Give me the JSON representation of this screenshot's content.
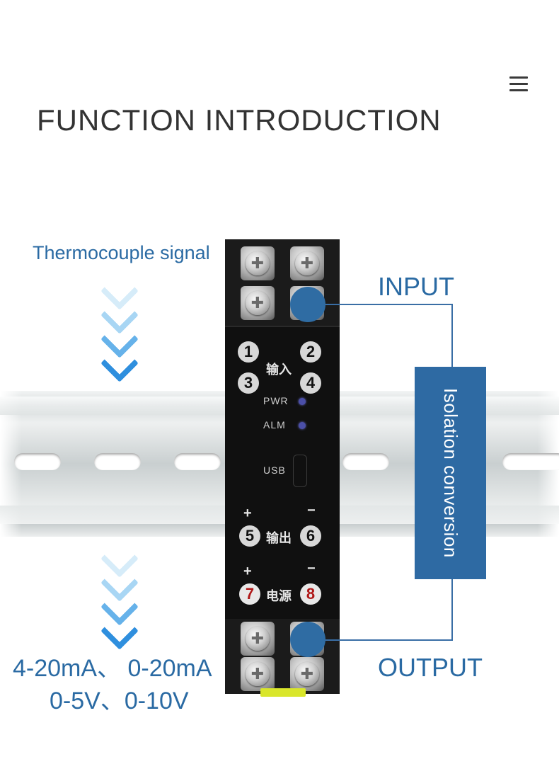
{
  "header": {
    "title": "FUNCTION INTRODUCTION",
    "menu_icon": "hamburger-menu-icon"
  },
  "diagram": {
    "input_signal_label": "Thermocouple signal",
    "input_label": "INPUT",
    "output_label": "OUTPUT",
    "isolation_label": "Isolation conversion",
    "output_range_line1": "4-20mA、 0-20mA",
    "output_range_line2": "0-5V、0-10V"
  },
  "device": {
    "terminals": {
      "t1": "1",
      "t2": "2",
      "t3": "3",
      "t4": "4",
      "t5": "5",
      "t6": "6",
      "t7": "7",
      "t8": "8"
    },
    "input_cn": "输入",
    "output_cn": "输出",
    "power_cn": "电源",
    "led_pwr": "PWR",
    "led_alm": "ALM",
    "usb": "USB",
    "plus": "+",
    "minus": "−"
  },
  "colors": {
    "accent_blue": "#2e6aa3",
    "chevron_light": "#c9e6f7",
    "chevron_mid": "#8fcaf0",
    "chevron_dark": "#2f8fde",
    "device_black": "#131313",
    "terminal_red": "#b01818"
  }
}
